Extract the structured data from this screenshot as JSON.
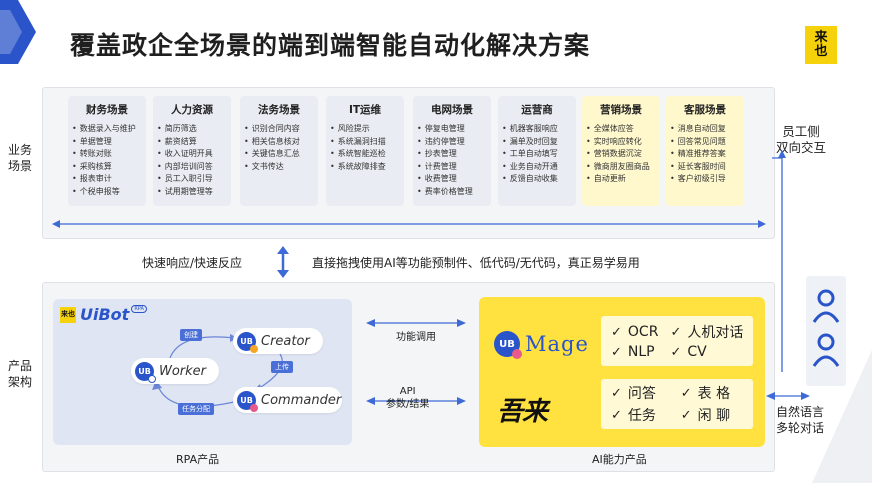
{
  "title": "覆盖政企全场景的端到端智能自动化解决方案",
  "logo_badge": {
    "line1": "来",
    "line2": "也"
  },
  "left_labels": {
    "business": "业务\n场景",
    "product": "产品\n架构"
  },
  "right_labels": {
    "employee": "员工侧\n双向交互",
    "natural": "自然语言\n多轮对话"
  },
  "scenes": [
    {
      "title": "财务场景",
      "items": [
        "数据录入与维护",
        "单据管理",
        "转账对账",
        "采购核算",
        "报表审计",
        "个税申报等"
      ],
      "highlight": false
    },
    {
      "title": "人力资源",
      "items": [
        "简历筛选",
        "薪资结算",
        "收入证明开具",
        "内部培训问答",
        "员工入职引导",
        "试用期管理等"
      ],
      "highlight": false
    },
    {
      "title": "法务场景",
      "items": [
        "识别合同内容",
        "相关信息核对",
        "关键信息汇总",
        "文书传达"
      ],
      "highlight": false
    },
    {
      "title": "IT运维",
      "items": [
        "风险提示",
        "系统漏洞扫描",
        "系统智能巡检",
        "系统故障排查"
      ],
      "highlight": false
    },
    {
      "title": "电网场景",
      "items": [
        "停复电管理",
        "违约停管理",
        "抄表管理",
        "计费管理",
        "收费管理",
        "费率价格管理"
      ],
      "highlight": false
    },
    {
      "title": "运营商",
      "items": [
        "机器客服响应",
        "漏单及时回复",
        "工单自动填写",
        "业务自动开通",
        "反馈自动收集"
      ],
      "highlight": false
    },
    {
      "title": "营销场景",
      "items": [
        "全媒体应答",
        "实时响应转化",
        "营销数据沉淀",
        "微商朋友圈商品",
        "自动更新"
      ],
      "highlight": true
    },
    {
      "title": "客服场景",
      "items": [
        "消息自动回复",
        "回答常见问题",
        "精准推荐答案",
        "延长客服时间",
        "客户初级引导"
      ],
      "highlight": true
    }
  ],
  "middle": {
    "left": "快速响应/快速反应",
    "right": "直接拖拽使用AI等功能预制件、低代码/无代码，真正易学易用"
  },
  "rpa": {
    "brand": "UiBot",
    "brand_sup": "RPA",
    "brand_mini": "来也",
    "creator": "Creator",
    "worker": "Worker",
    "commander": "Commander",
    "ub": "UB",
    "tag_create": "创建",
    "tag_upload": "上传",
    "tag_assign": "任务分配",
    "label": "RPA产品"
  },
  "links": {
    "func_call": "功能调用",
    "api": "API\n参数/结果"
  },
  "ai": {
    "mage": "Mage",
    "ub": "UB",
    "wulai": "吾来",
    "mage_features": [
      "OCR",
      "人机对话",
      "NLP",
      "CV"
    ],
    "wulai_features": [
      "问答",
      "表 格",
      "任务",
      "闲 聊"
    ],
    "label": "AI能力产品"
  },
  "colors": {
    "accent_blue": "#2a54c9",
    "brand_yellow": "#ffe23f",
    "arrow_blue": "#3d6ad6"
  }
}
